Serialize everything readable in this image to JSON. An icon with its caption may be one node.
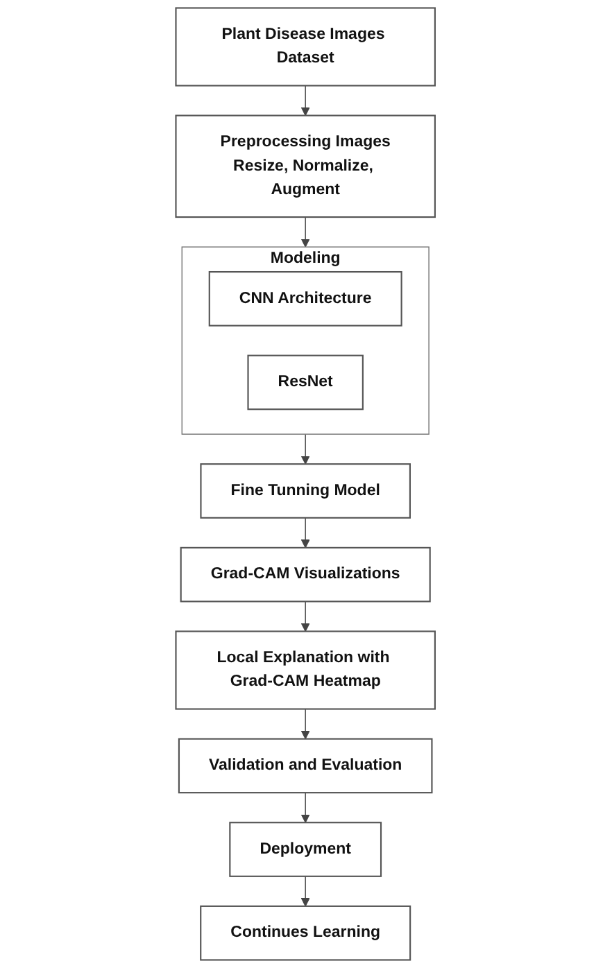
{
  "diagram": {
    "nodes": [
      {
        "text": [
          "Plant Disease Images Dataset"
        ]
      },
      {
        "text": [
          "Preprocessing Images",
          "Resize, Normalize, Augment"
        ]
      },
      {
        "text": [
          "Modeling"
        ]
      },
      {
        "text": [
          "CNN Architecture"
        ],
        "in": 2
      },
      {
        "text": [
          "ResNet"
        ],
        "in": 2
      },
      {
        "text": [
          "Fine Tunning Model"
        ]
      },
      {
        "text": [
          "Grad-CAM Visualizations"
        ]
      },
      {
        "text": [
          "Local Explanation with Grad-CAM Heatmap"
        ]
      },
      {
        "text": [
          "Validation and Evaluation"
        ]
      },
      {
        "text": [
          "Deployment"
        ]
      },
      {
        "text": [
          "Continues Learning"
        ]
      }
    ],
    "edges": [
      {
        "from": 0,
        "to": 1,
        "arrow": "to"
      },
      {
        "from": 1,
        "to": 2,
        "arrow": "to"
      },
      {
        "from": 2,
        "to": 5,
        "arrow": "to"
      },
      {
        "from": 5,
        "to": 6,
        "arrow": "to"
      },
      {
        "from": 6,
        "to": 7,
        "arrow": "to"
      },
      {
        "from": 7,
        "to": 8,
        "arrow": "to"
      },
      {
        "from": 8,
        "to": 9,
        "arrow": "to"
      },
      {
        "from": 9,
        "to": 10,
        "arrow": "to"
      }
    ]
  }
}
